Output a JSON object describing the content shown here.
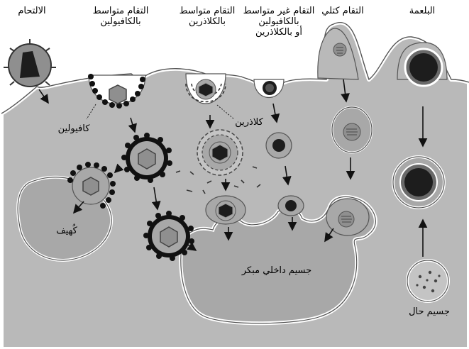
{
  "labels": {
    "fusion": "الالتحام",
    "caveolin_endocytosis": "التقام متواسط\nبالكافيولين",
    "clathrin_endocytosis": "التقام متواسط\nبالكلاذرين",
    "independent_endocytosis": "التقام غير متواسط\nبالكافيولين\nأو بالكلاذرين",
    "macropinocytosis": "التقام كتلي",
    "phagocytosis": "البلعمة",
    "caveolin": "كافيولين",
    "clathrin": "كلاذرين",
    "caveosome": "كُهيف",
    "early_endosome": "جسيم داخلي مبكر",
    "lysosome": "جسيم حال"
  },
  "colors": {
    "cell": "#b9b9b9",
    "membrane": "#d2d2d2",
    "organelle": "#a8a8a8",
    "virus_dark": "#1d1d1d",
    "virus_light": "#8f8f8f",
    "coat": "#111111"
  }
}
